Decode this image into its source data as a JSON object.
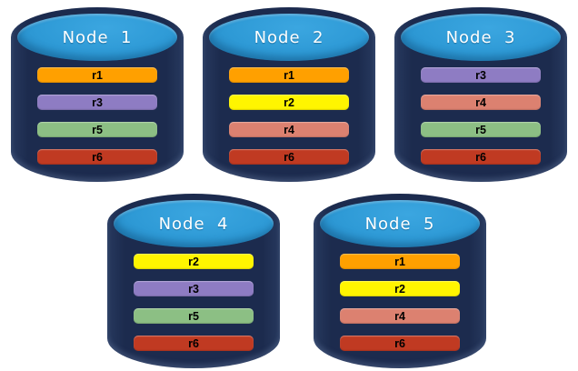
{
  "diagram": {
    "background": "#FFFFFF",
    "cylinder_body_color": "#1C2B4E",
    "cylinder_top_color": "#2E9AD6",
    "title_color": "#FFFFFF",
    "replica_label_color": "#000000",
    "replica_colors": {
      "r1": "#FFA000",
      "r2": "#FFF500",
      "r3": "#8E7CC3",
      "r4": "#DC8170",
      "r5": "#8CBF84",
      "r6": "#C03A22"
    },
    "nodes": [
      {
        "title": "Node  1",
        "replicas": [
          {
            "label": "r1",
            "color": "#FFA000"
          },
          {
            "label": "r3",
            "color": "#8E7CC3"
          },
          {
            "label": "r5",
            "color": "#8CBF84"
          },
          {
            "label": "r6",
            "color": "#C03A22"
          }
        ]
      },
      {
        "title": "Node  2",
        "replicas": [
          {
            "label": "r1",
            "color": "#FFA000"
          },
          {
            "label": "r2",
            "color": "#FFF500"
          },
          {
            "label": "r4",
            "color": "#DC8170"
          },
          {
            "label": "r6",
            "color": "#C03A22"
          }
        ]
      },
      {
        "title": "Node  3",
        "replicas": [
          {
            "label": "r3",
            "color": "#8E7CC3"
          },
          {
            "label": "r4",
            "color": "#DC8170"
          },
          {
            "label": "r5",
            "color": "#8CBF84"
          },
          {
            "label": "r6",
            "color": "#C03A22"
          }
        ]
      },
      {
        "title": "Node  4",
        "replicas": [
          {
            "label": "r2",
            "color": "#FFF500"
          },
          {
            "label": "r3",
            "color": "#8E7CC3"
          },
          {
            "label": "r5",
            "color": "#8CBF84"
          },
          {
            "label": "r6",
            "color": "#C03A22"
          }
        ]
      },
      {
        "title": "Node  5",
        "replicas": [
          {
            "label": "r1",
            "color": "#FFA000"
          },
          {
            "label": "r2",
            "color": "#FFF500"
          },
          {
            "label": "r4",
            "color": "#DC8170"
          },
          {
            "label": "r6",
            "color": "#C03A22"
          }
        ]
      }
    ]
  }
}
